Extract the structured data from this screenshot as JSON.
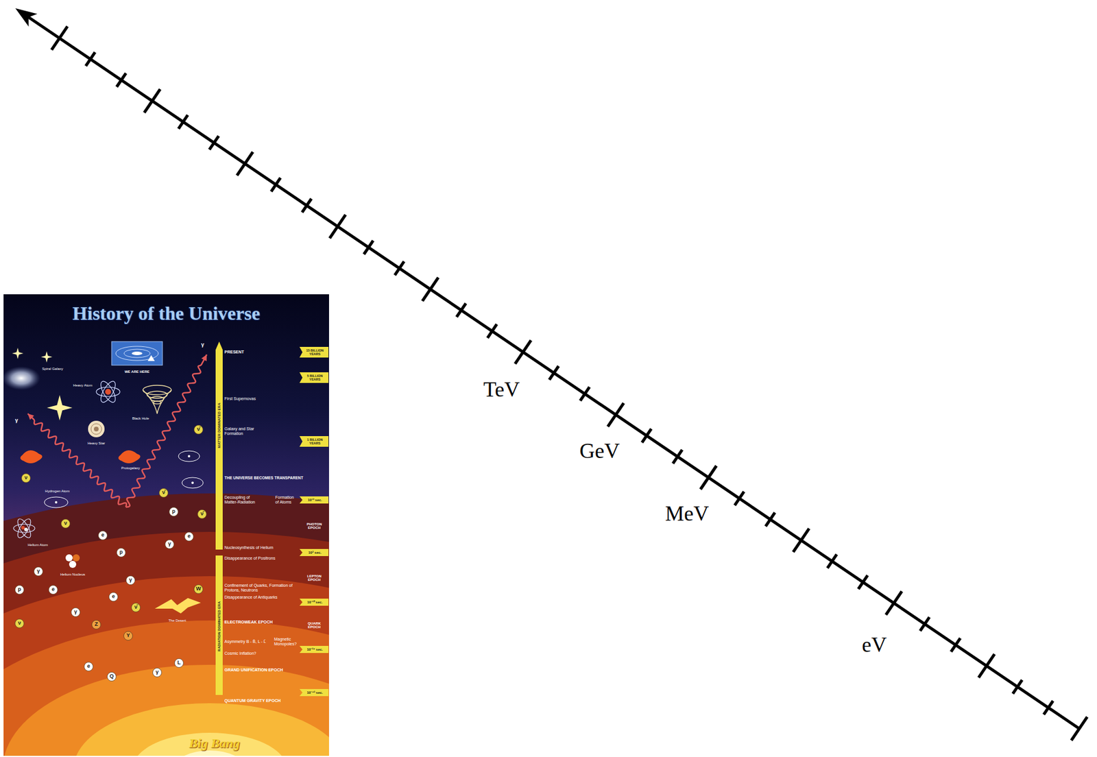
{
  "diagram": {
    "nodes": [
      {
        "text": [
          "History of the Universe"
        ]
      }
    ],
    "labels": [
      "TeV",
      "GeV",
      "MeV",
      "eV",
      "PRESENT",
      "First Supernovas",
      "Galaxy and Star Formation",
      "THE UNIVERSE BECOMES TRANSPARENT",
      "Decoupling of Matter-Radiation",
      "Formation of Atoms",
      "Nucleosynthesis of Helium",
      "Disappearance of Positrons",
      "Confinement of Quarks, Formation of Protons, Neutrons",
      "Disappearance of Antiquarks",
      "ELECTROWEAK EPOCH",
      "Asymmetry B - B̄, L - L̄",
      "Magnetic Monopoles?",
      "Cosmic Inflation?",
      "GRAND UNIFICATION EPOCH",
      "QUANTUM GRAVITY EPOCH",
      "15 BILLION YEARS",
      "5 BILLION YEARS",
      "1 BILLION YEARS",
      "10¹³ sec.",
      "10² sec.",
      "10⁻¹⁰ sec.",
      "10⁻³⁴ sec.",
      "10⁻⁴³ sec.",
      "PHOTON EPOCH",
      "LEPTON EPOCH",
      "QUARK EPOCH",
      "MATTER DOMINATED ERA",
      "RADIATION DOMINATED ERA",
      "Spiral Galaxy",
      "WE ARE HERE",
      "Heavy Atom",
      "Black Hole",
      "Heavy Star",
      "Protogalaxy",
      "Hydrogen Atom",
      "Helium Atom",
      "Helium Nucleus",
      "The Desert",
      "Big Bang",
      "p",
      "e",
      "p",
      "γ",
      "e",
      "ν",
      "ν",
      "ν̄",
      "ν̄",
      "ν̄",
      "p",
      "e",
      "γ",
      "γ",
      "W",
      "e",
      "γ",
      "ν̄",
      "Z",
      "Y",
      "ν",
      "e",
      "Q",
      "L",
      "γ",
      "γ",
      "γ"
    ]
  }
}
